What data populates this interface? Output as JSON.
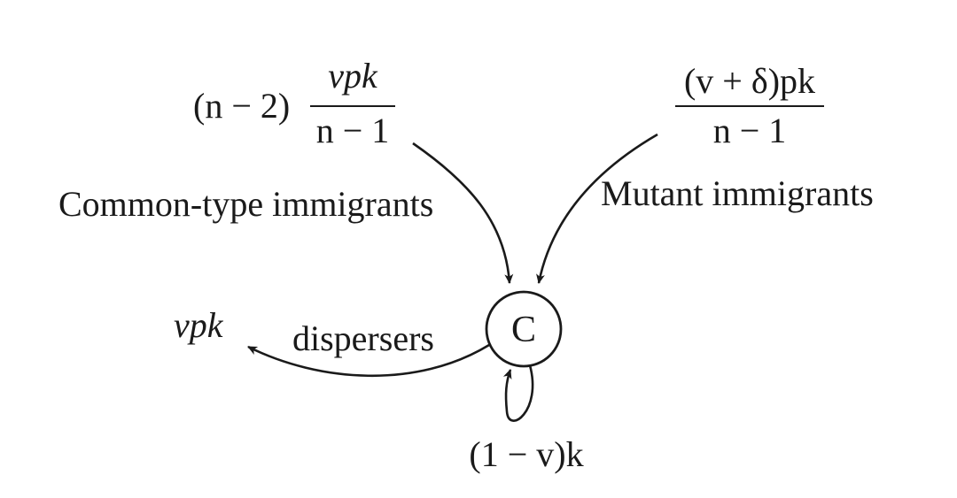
{
  "node": {
    "label": "C"
  },
  "edges": {
    "common_immigrants": {
      "label": "Common-type immigrants",
      "rate_prefix": "(n − 2)",
      "rate_numerator": "vpk",
      "rate_denominator": "n − 1"
    },
    "mutant_immigrants": {
      "label": "Mutant immigrants",
      "rate_numerator": "(v + δ)pk",
      "rate_denominator": "n − 1"
    },
    "dispersers": {
      "label": "dispersers",
      "rate": "vpk"
    },
    "self_loop": {
      "rate": "(1 − v)k"
    }
  }
}
